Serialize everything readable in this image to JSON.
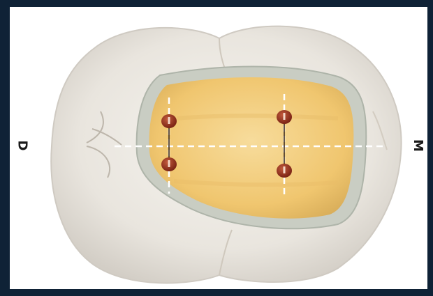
{
  "image": {
    "subject": "tooth-occlusal-view-with-inlay-preparation",
    "colors": {
      "frame": "#0f2236",
      "background": "#ffffff",
      "tooth_enamel": "#ece9e3",
      "tooth_shadow": "#cfcac2",
      "preparation_rim": "#bfc4b9",
      "preparation_floor": "#f1c978",
      "preparation_center": "#f6d996",
      "pin_marker": "#8b2a1a",
      "guide_line": "#ffffff"
    }
  },
  "labels": {
    "left": "D",
    "right": "M"
  }
}
